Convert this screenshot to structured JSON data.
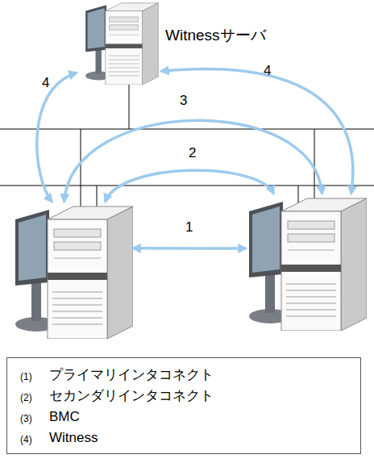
{
  "diagram": {
    "nodes": [
      {
        "text": [
          "Witnessサーバ"
        ]
      },
      {
        "text": []
      },
      {
        "text": []
      },
      {
        "text": [
          "(1)",
          "プライマリインタコネクト",
          "(2)",
          "セカンダリインタコネクト",
          "(3)",
          "BMC",
          "(4)",
          "Witness"
        ]
      }
    ],
    "edges": [
      {
        "from": 1,
        "to": 2,
        "arrow": "both",
        "label": "1"
      },
      {
        "from": 1,
        "to": 2,
        "arrow": "both",
        "label": "2"
      },
      {
        "from": 1,
        "to": 2,
        "arrow": "both",
        "label": "3"
      },
      {
        "from": 0,
        "to": 1,
        "arrow": "both",
        "label": "4"
      },
      {
        "from": 0,
        "to": 2,
        "arrow": "both",
        "label": "4"
      }
    ]
  }
}
